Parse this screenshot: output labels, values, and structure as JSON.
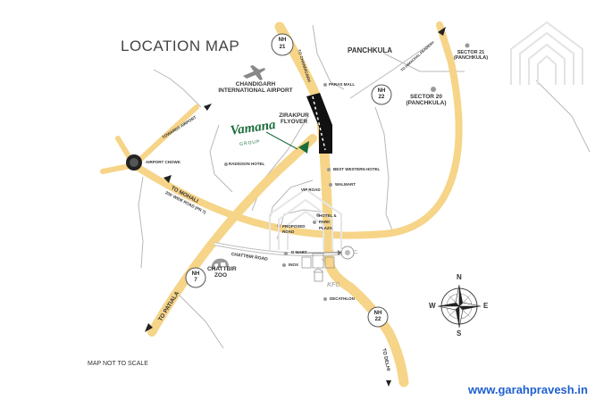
{
  "title": "LOCATION MAP",
  "note": "MAP NOT TO SCALE",
  "watermark": "www.garahpravesh.in",
  "labels": {
    "panchkula": "PANCHKULA",
    "airport": "CHANDIGARH INTERNATIONAL AIRPORT",
    "sector21": "SECTOR 21 (PANCHKULA)",
    "sector20": "SECTOR 20 (PANCHKULA)",
    "paras_mall": "PARAS MALL",
    "zirakpur_flyover": "ZIRAKPUR FLYOVER",
    "radisson": "RADISSON HOTEL",
    "best_western": "BEST WESTERN HOTEL",
    "walmart": "WALMART",
    "vip_road": "VIP ROAD",
    "hotel_park_plaza": "HOTEL & PARK PLAZA",
    "proposed_road": "PROPOSED ROAD",
    "d_mart": "D MART",
    "inox": "INOX",
    "kfc": "KFC",
    "decathlon": "DECATHLON",
    "airport_chowk": "AIRPORT CHOWK",
    "chattbir_road": "CHATTBIR ROAD",
    "chattbir_zoo": "CHATTBIR ZOO",
    "towards_airport": "TOWARDS AIRPORT",
    "to_mohali": "TO MOHALI",
    "wide_road": "200' WIDE ROAD (PR 7)",
    "to_chandigarh": "TO CHANDIGARH",
    "to_himachal": "TO HIMACHAL PRADESH",
    "to_patiala": "TO PATIALA",
    "to_delhi": "TO DELHI"
  },
  "highways": {
    "nh21_top": {
      "label": "NH",
      "num": "21"
    },
    "nh22_top": {
      "label": "NH",
      "num": "22"
    },
    "nh7": {
      "label": "NH",
      "num": "7"
    },
    "nh22_bottom": {
      "label": "NH",
      "num": "22"
    }
  },
  "project_logo": {
    "name": "Vamana",
    "sub": "GROUP"
  },
  "compass": {
    "n": "N",
    "s": "S",
    "e": "E",
    "w": "W"
  },
  "colors": {
    "road": "#f6d488",
    "thin_road": "#b5b5b5",
    "flyover": "#111111",
    "project": "#1a6b3a",
    "text": "#333333",
    "watermark": "#1f5fd0"
  }
}
